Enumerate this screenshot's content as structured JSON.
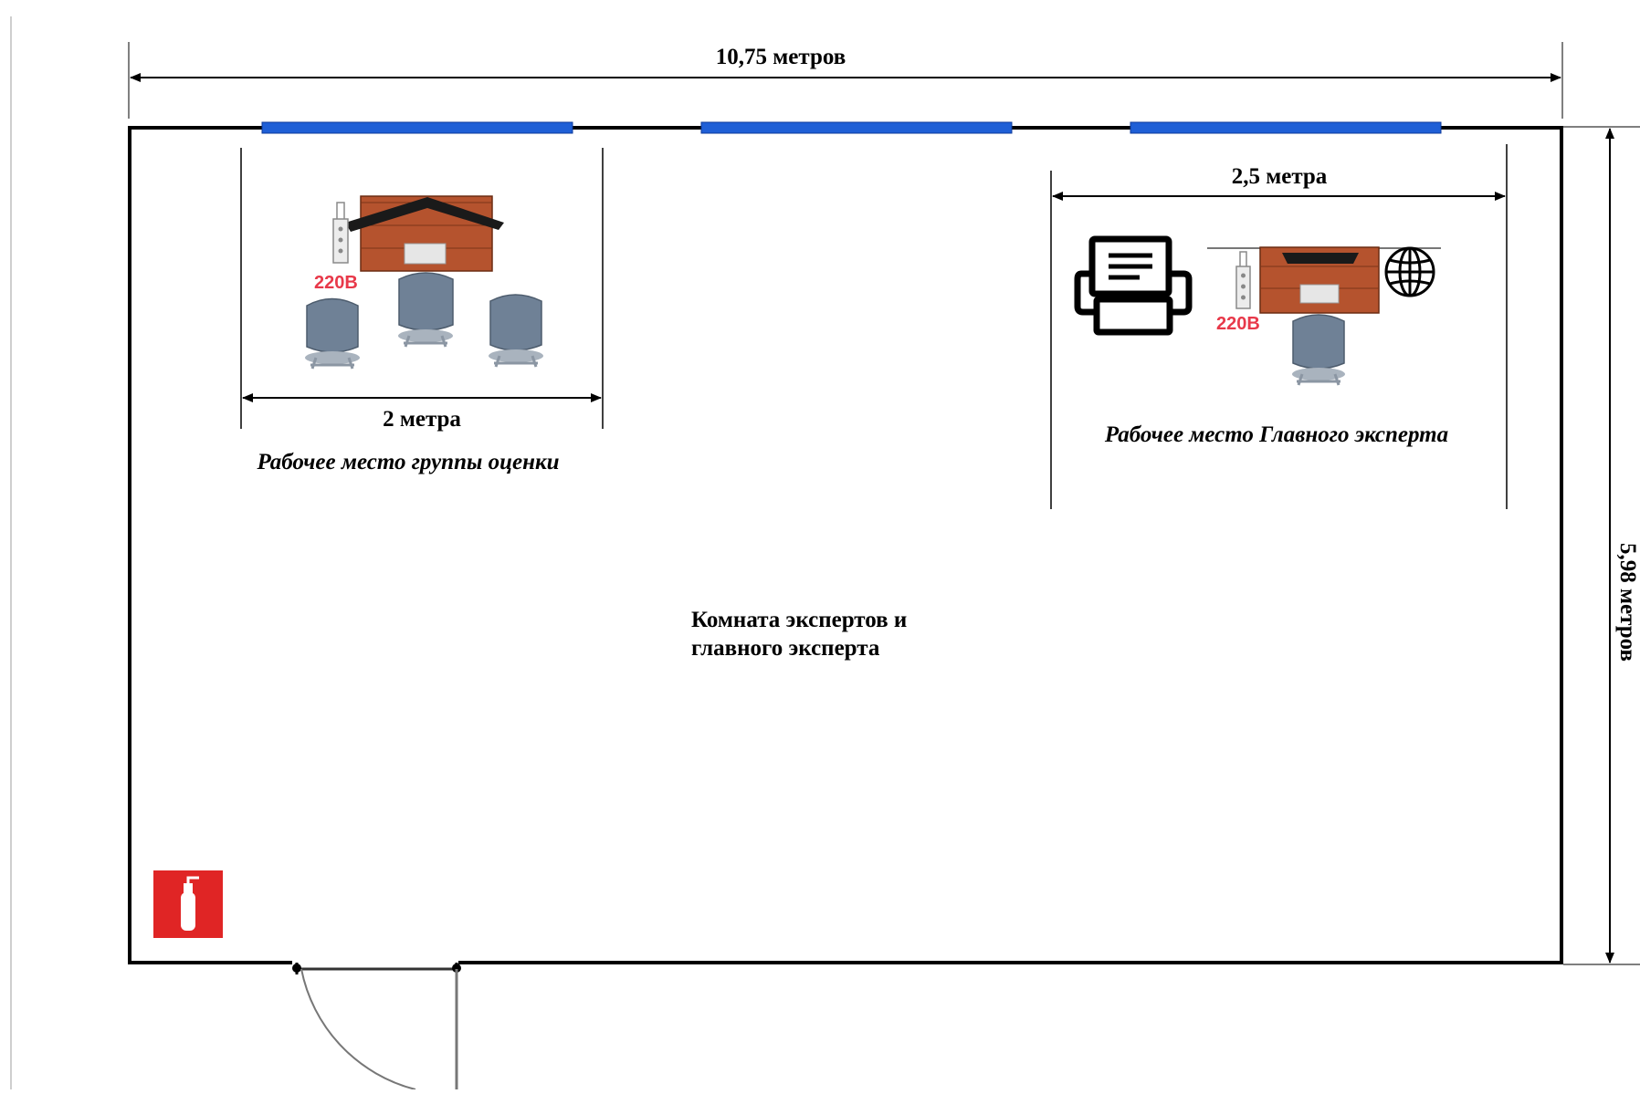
{
  "dimensions": {
    "width_label": "10,75 метров",
    "height_label": "5,98 метров",
    "group_width_label": "2 метра",
    "chief_width_label": "2,5 метра"
  },
  "workplaces": {
    "group": {
      "caption": "Рабочее место группы оценки",
      "socket_label": "220В"
    },
    "chief": {
      "caption": "Рабочее место Главного эксперта",
      "socket_label": "220В"
    }
  },
  "room": {
    "label_line1": "Комната экспертов и",
    "label_line2": "главного эксперта"
  },
  "colors": {
    "window": "#1f5fd6",
    "desk": "#b5532e",
    "chair": "#6f8196",
    "socket_text": "#e8394a",
    "extinguisher": "#e02525"
  },
  "icons": [
    "printer-icon",
    "globe-icon",
    "power-strip-icon",
    "fire-extinguisher-icon",
    "door-icon"
  ]
}
